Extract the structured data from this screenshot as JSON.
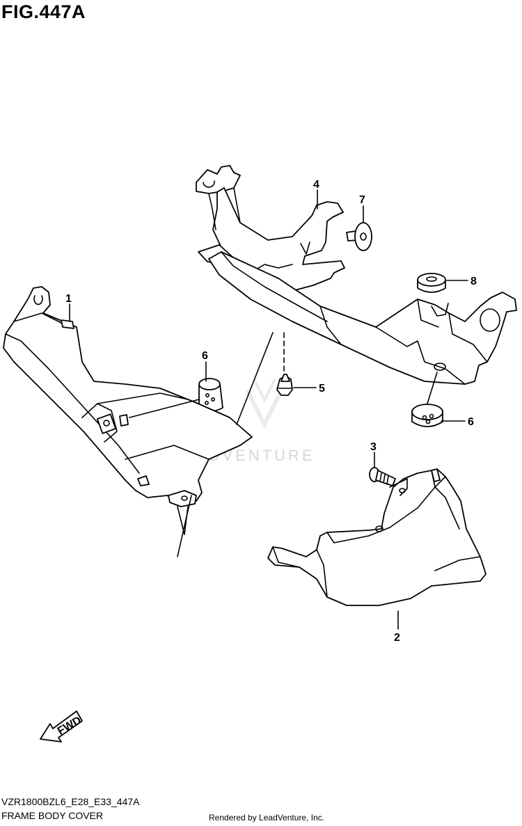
{
  "figure": {
    "title": "FIG.447A",
    "code": "VZR1800BZL6_E28_E33_447A",
    "name": "FRAME BODY COVER",
    "credit": "Rendered by LeadVenture, Inc.",
    "watermark": "LEADVENTURE",
    "direction_label": "FWD"
  },
  "callouts": [
    {
      "id": "1",
      "label": "1"
    },
    {
      "id": "2",
      "label": "2"
    },
    {
      "id": "3",
      "label": "3"
    },
    {
      "id": "4",
      "label": "4"
    },
    {
      "id": "5",
      "label": "5"
    },
    {
      "id": "6a",
      "label": "6"
    },
    {
      "id": "6b",
      "label": "6"
    },
    {
      "id": "7",
      "label": "7"
    },
    {
      "id": "8",
      "label": "8"
    }
  ]
}
